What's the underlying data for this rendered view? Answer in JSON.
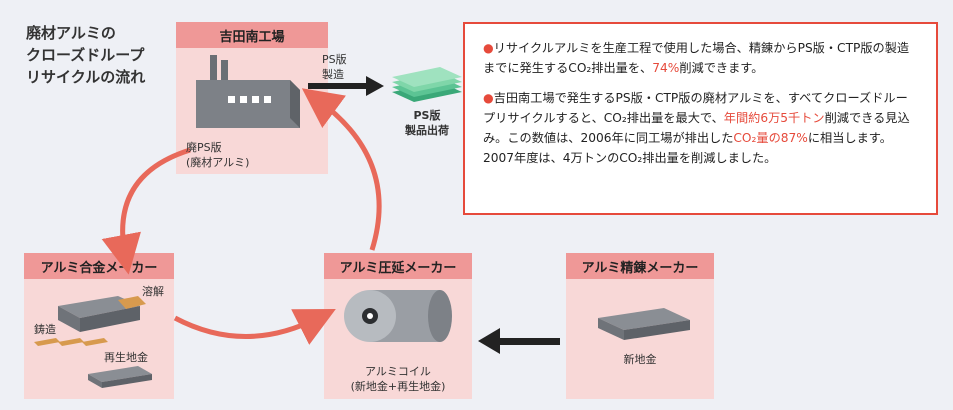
{
  "title": "廃材アルミの\nクローズドループ\nリサイクルの流れ",
  "nodes": {
    "factory": {
      "header": "吉田南工場",
      "caption": "廃PS版\n(廃材アルミ)"
    },
    "alloy": {
      "header": "アルミ合金メーカー",
      "melt": "溶解",
      "cast": "鋳造",
      "recycled": "再生地金"
    },
    "rolling": {
      "header": "アルミ圧延メーカー",
      "caption": "アルミコイル\n(新地金+再生地金)"
    },
    "refining": {
      "header": "アルミ精錬メーカー",
      "caption": "新地金"
    }
  },
  "arrow_label": "PS版\n製造",
  "product_label": "PS版\n製品出荷",
  "info": {
    "p1_a": "リサイクルアルミを生産工程で使用した場合、精錬からPS版・CTP版の製造までに発生するCO₂排出量を、",
    "p1_red": "74%",
    "p1_b": "削減できます。",
    "p2_a": "吉田南工場で発生するPS版・CTP版の廃材アルミを、すべてクローズドループリサイクルすると、CO₂排出量を最大で、",
    "p2_red1": "年間約6万5千トン",
    "p2_b": "削減できる見込み。この数値は、2006年に同工場が排出した",
    "p2_red2": "CO₂量の87%",
    "p2_c": "に相当します。2007年度は、4万トンのCO₂排出量を削減しました。"
  },
  "colors": {
    "accent": "#e64a3b",
    "panel": "#f8d8d7",
    "header": "#ef9897",
    "cycle_arrow": "#e8695a"
  }
}
